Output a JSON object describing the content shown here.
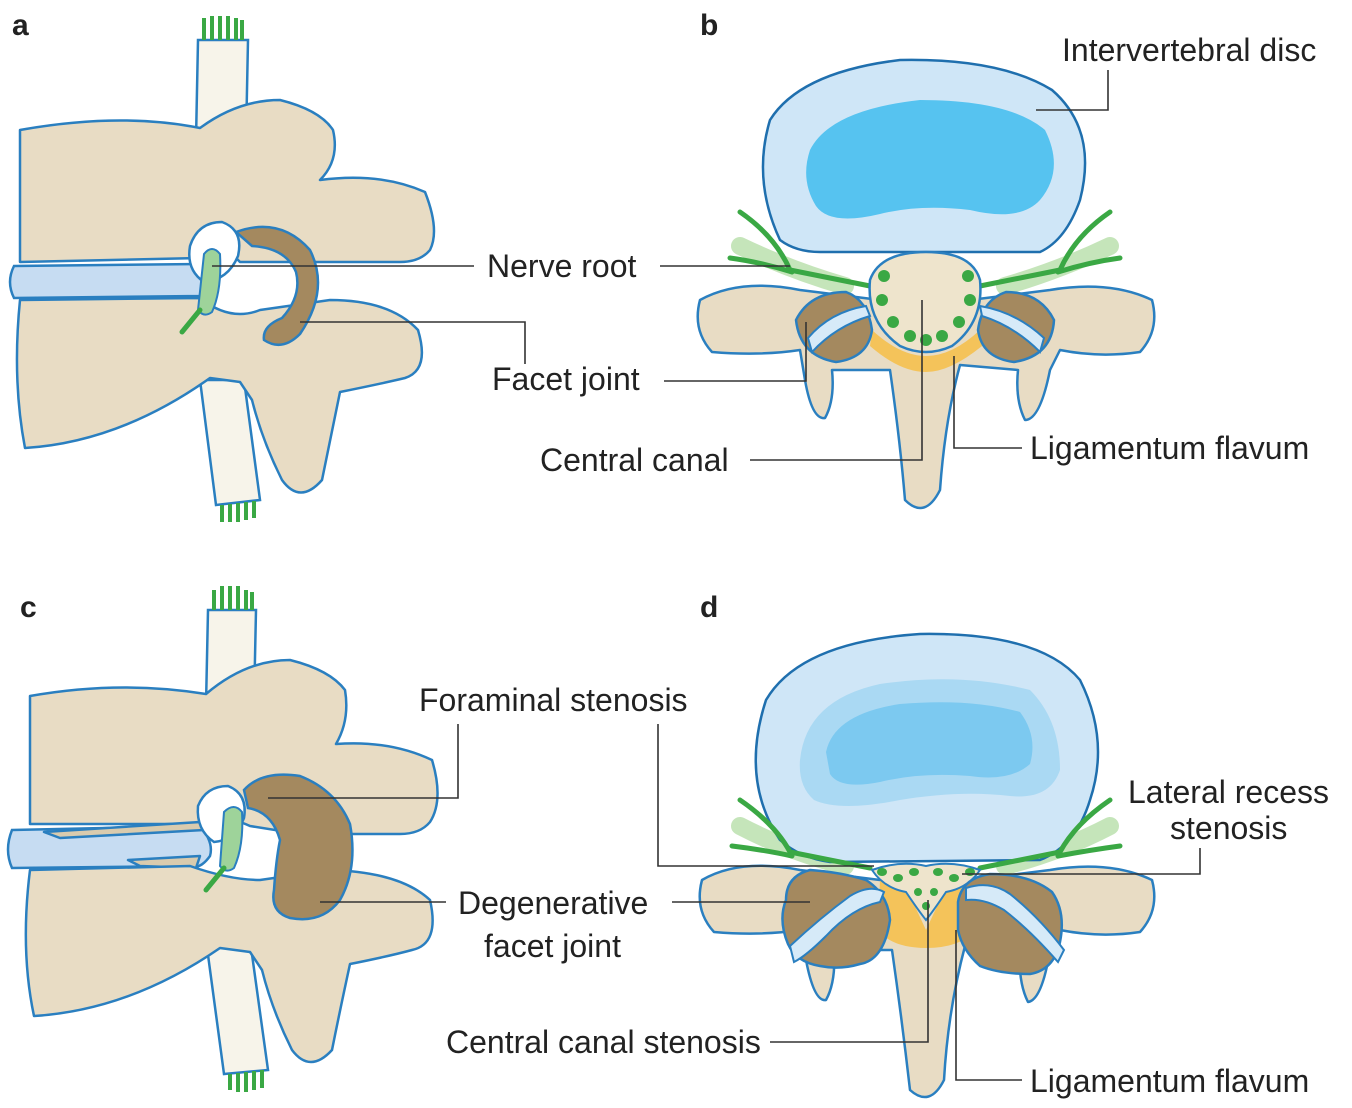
{
  "panels": {
    "a": {
      "letter": "a"
    },
    "b": {
      "letter": "b",
      "labels": {
        "intervertebral_disc": "Intervertebral disc",
        "nerve_root": "Nerve root",
        "facet_joint": "Facet joint",
        "central_canal": "Central canal",
        "ligamentum_flavum": "Ligamentum flavum"
      }
    },
    "c": {
      "letter": "c"
    },
    "d": {
      "letter": "d",
      "labels": {
        "foraminal_stenosis": "Foraminal stenosis",
        "lateral_recess_1": "Lateral recess",
        "lateral_recess_2": "stenosis",
        "degenerative_1": "Degenerative",
        "degenerative_2": "facet joint",
        "central_canal_stenosis": "Central canal stenosis",
        "ligamentum_flavum": "Ligamentum flavum"
      }
    }
  },
  "colors": {
    "bone": "#e8dcc4",
    "outline": "#2a7fc0",
    "disc_nucleus": "#56c3f0",
    "disc_annulus": "#cfe6f7",
    "nerve": "#3aa844",
    "facet": "#a4895f",
    "ligamentum_flavum": "#f4c35a"
  }
}
